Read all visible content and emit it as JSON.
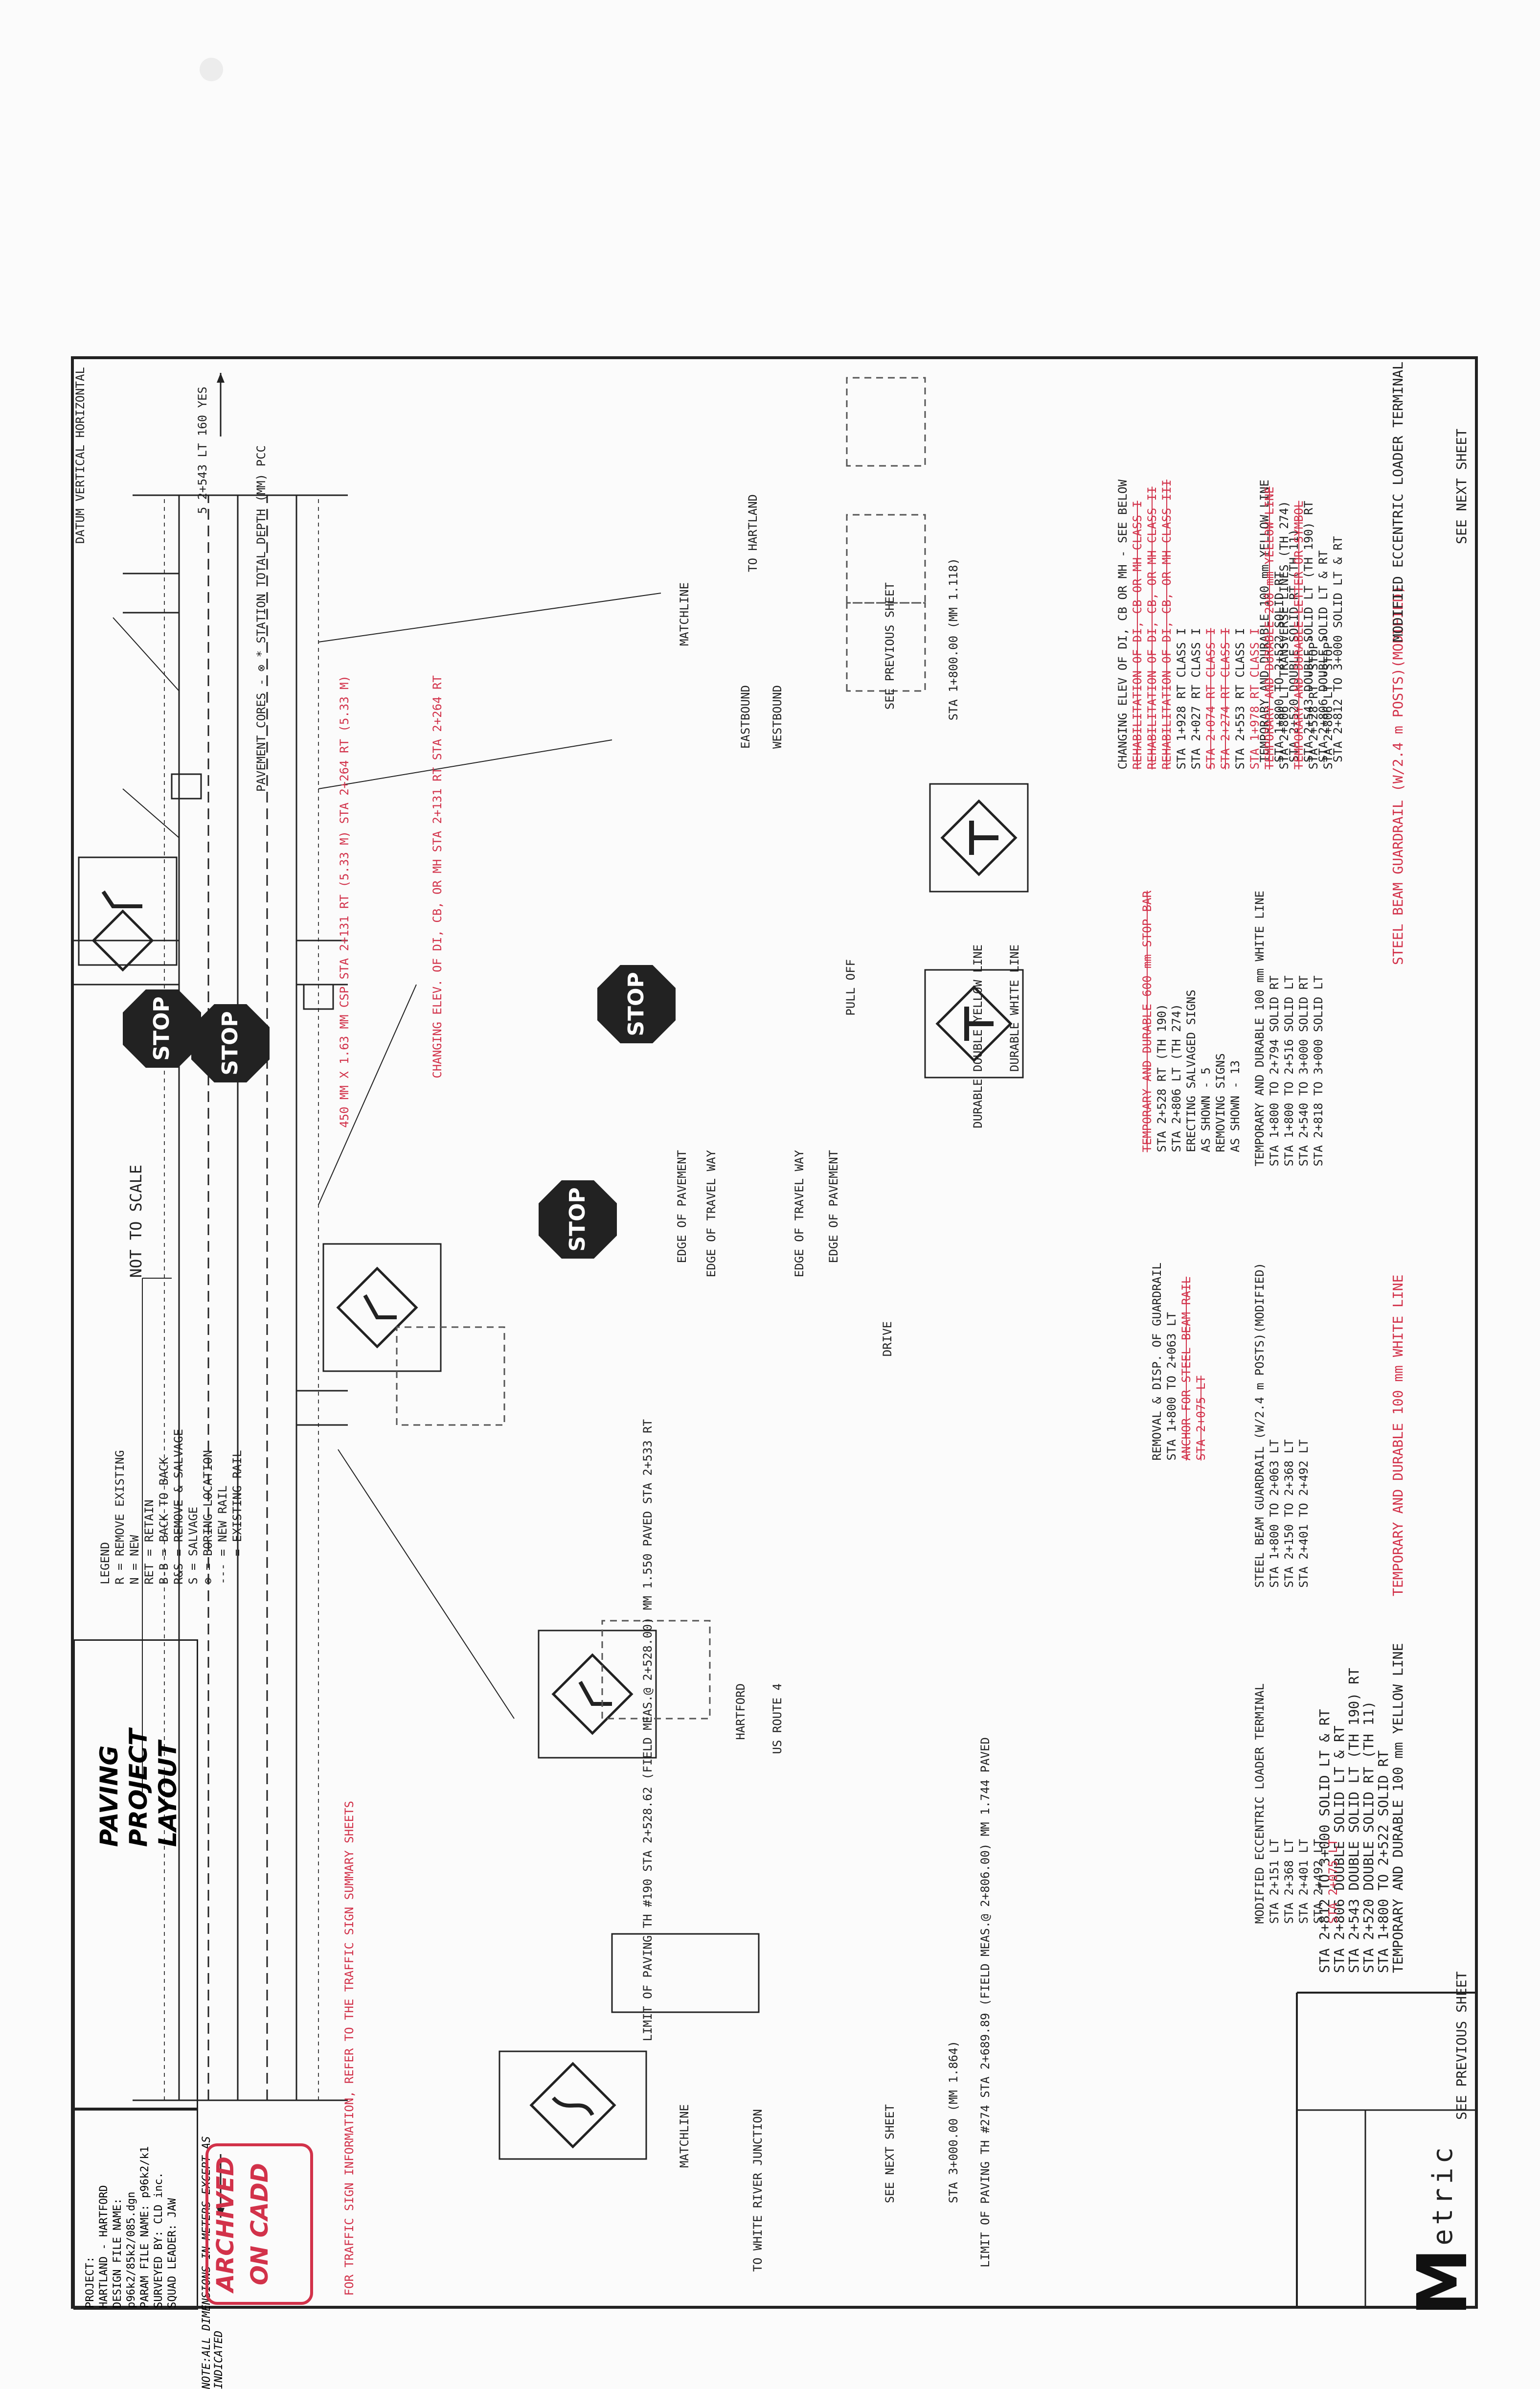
{
  "notes": {
    "yellow_heading": "TEMPORARY AND DURABLE 100 mm YELLOW LINE",
    "yellow": [
      "STA 1+800 TO 2+522 SOLID RT",
      "STA 2+520 DOUBLE SOLID RT (TH 11)",
      "STA 2+543 DOUBLE SOLID LT (TH 190) RT",
      "STA 2+806 DOUBLE SOLID LT & RT",
      "STA 2+812 TO 3+000 SOLID LT & RT"
    ],
    "rehab": [
      "CHANGING ELEV OF DI, CB OR MH - SEE BELOW",
      "REHABILITATION OF DI, CB OR MH CLASS I",
      "REHABILITATION OF DI, CB, OR MH CLASS II",
      "REHABILITATION OF DI, CB, OR MH CLASS III",
      "STA 1+928 RT CLASS I",
      "STA 2+027 RT CLASS I",
      "STA 2+074 RT CLASS I",
      "STA 2+274 RT CLASS I",
      "STA 2+553 RT CLASS I",
      "STA 1+978 RT CLASS I",
      "TEMPORARY AND DURABLE 200 mm YELLOW LINE",
      "STA 2+806 LT TRANSVERSE LINES (TH 274)",
      "TEMPORARY AND DURABLE LETTER OR SYMBOL",
      "STA 2+528 RT \"STOP\"",
      "STA 2+806 LT \"STOP\""
    ],
    "white_heading": "TEMPORARY AND DURABLE 100 mm WHITE LINE",
    "white": [
      "STA 1+800 TO 2+794 SOLID RT",
      "STA 1+800 TO 2+516 SOLID LT",
      "STA 2+540 TO 3+000 SOLID RT",
      "STA 2+818 TO 3+000 SOLID LT",
      ""
    ],
    "stopbar": [
      "TEMPORARY AND DURABLE 600 mm STOP BAR",
      "STA 2+528 RT (TH 190)",
      "STA 2+806 LT (TH 274)",
      "ERECTING SALVAGED SIGNS",
      "AS SHOWN - 5",
      "REMOVING SIGNS",
      "AS SHOWN - 13"
    ],
    "guardrail_heading": "STEEL BEAM GUARDRAIL (W/2.4 m POSTS)(MODIFIED)",
    "guardrail": [
      "STA 1+800 TO 2+063 LT",
      "STA 2+150 TO 2+368 LT",
      "STA 2+401 TO 2+492 LT",
      ""
    ],
    "guardrail_removal": [
      "REMOVAL & DISP. OF GUARDRAIL",
      "STA 1+800 TO 2+063 LT",
      "ANCHOR FOR STEEL BEAM RAIL",
      "STA 2+075 LT"
    ],
    "loader_heading": "MODIFIED ECCENTRIC LOADER TERMINAL",
    "loader": [
      "STA 2+151 LT",
      "STA 2+368 LT",
      "STA 2+401 LT",
      "STA 2+492 LT",
      "STA 2+075 LT"
    ]
  },
  "plan": {
    "westbound": "WESTBOUND",
    "eastbound": "EASTBOUND",
    "edge_pavement": "EDGE OF PAVEMENT",
    "edge_travel_way": "EDGE OF TRAVEL WAY",
    "us_route": "US ROUTE 4",
    "hartford": "HARTFORD",
    "durable_white": "DURABLE WHITE LINE",
    "durable_yellow": "DURABLE DOUBLE YELLOW LINE",
    "to_hartland": "TO HARTLAND",
    "to_white_river": "TO WHITE RIVER JUNCTION",
    "sta_start": "STA 1+800.00 (MM 1.118)",
    "sta_end": "STA 3+000.00 (MM 1.864)",
    "see_previous": "SEE PREVIOUS SHEET",
    "see_next": "SEE NEXT SHEET",
    "matchline": "MATCHLINE",
    "drive": "DRIVE",
    "pull_off": "PULL OFF",
    "changing_elev": "CHANGING ELEV. OF DI, CB, OR MH  STA 2+131 RT  STA 2+264 RT",
    "csp": "450 MM X 1.63 MM CSP  STA 2+131 RT (5.33 M)  STA 2+264 RT (5.33 M)",
    "limit_paving_1": "LIMIT OF PAVING TH #190  STA 2+528.62 (FIELD MEAS.@ 2+528.00)  MM 1.550  PAVED STA 2+533 RT",
    "limit_paving_2": "LIMIT OF PAVING  TH #274  STA 2+689.89 (FIELD MEAS.@ 2+806.00)  MM 1.744 PAVED",
    "traffic_sign_note": "FOR TRAFFIC SIGN INFORMATION, REFER TO THE TRAFFIC SIGN SUMMARY SHEETS",
    "not_to_scale": "NOT TO SCALE",
    "pavement_cores": "PAVEMENT CORES - ⊗  * STATION  TOTAL DEPTH (MM)  PCC",
    "core_row": "5  2+543 LT  160  YES",
    "datum": "DATUM  VERTICAL  HORIZONTAL"
  },
  "legend": {
    "title": "LEGEND",
    "items": [
      "R = REMOVE EXISTING",
      "N = NEW",
      "RET = RETAIN",
      "B-B = BACK TO BACK",
      "R&S = REMOVE & SALVAGE",
      "S = SALVAGE",
      "⊗ = BORING LOCATION",
      "--- = NEW RAIL",
      "--- = EXISTING RAIL"
    ]
  },
  "title_block": {
    "title": [
      "PAVING",
      "PROJECT",
      "LAYOUT"
    ],
    "project_label": "PROJECT:",
    "project": "HARTLAND - HARTFORD",
    "design_file": "DESIGN FILE NAME: p96k2/85k2/085.dgn",
    "param_file": "PARAM FILE NAME: p96k2/k1",
    "surveyed": "SURVEYED BY: CLD inc.",
    "squad": "SQUAD LEADER: JAW",
    "note": "NOTE:ALL DIMENSIONS IN METERS EXCEPT AS INDICATED"
  },
  "stamp": {
    "line1": "ARCHIVED",
    "line2": "ON CADD"
  },
  "logo": {
    "text": "etric"
  }
}
